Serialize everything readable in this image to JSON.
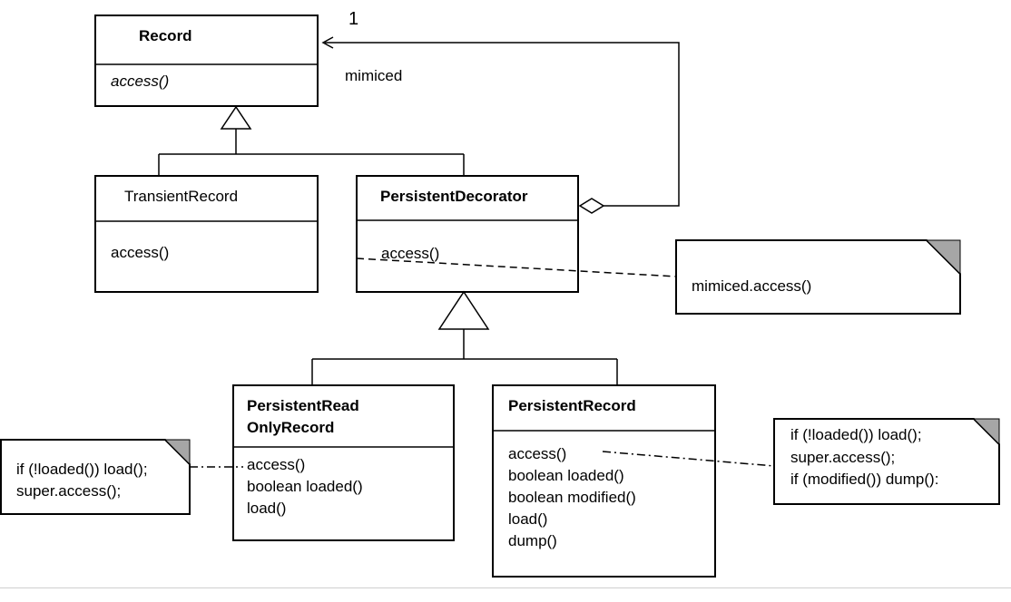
{
  "classes": {
    "record": {
      "name": "Record",
      "methods": [
        "access()"
      ]
    },
    "transient_record": {
      "name": "TransientRecord",
      "methods": [
        "access()"
      ]
    },
    "persistent_decorator": {
      "name": "PersistentDecorator",
      "methods": [
        "access()"
      ]
    },
    "persistent_readonly_record": {
      "name_lines": [
        "PersistentRead",
        "OnlyRecord"
      ],
      "methods": [
        "access()",
        "boolean loaded()",
        "load()"
      ]
    },
    "persistent_record": {
      "name": "PersistentRecord",
      "methods": [
        "access()",
        "boolean loaded()",
        "boolean modified()",
        "load()",
        "dump()"
      ]
    }
  },
  "association": {
    "multiplicity": "1",
    "role": "mimiced"
  },
  "notes": {
    "decorator_note": [
      "mimiced.access()"
    ],
    "readonly_note": [
      "if (!loaded()) load();",
      "super.access();"
    ],
    "record_note": [
      "if (!loaded())  load();",
      "super.access();",
      "if (modified()) dump():"
    ]
  }
}
